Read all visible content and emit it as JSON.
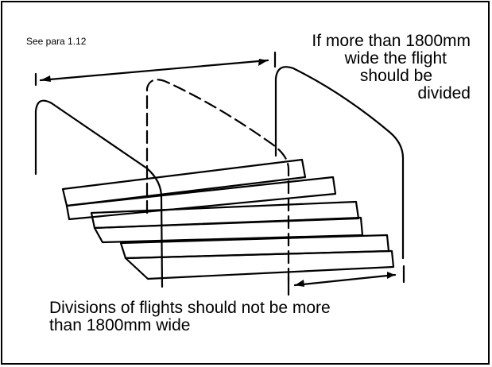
{
  "reference_label": "See para 1.12",
  "top_note": [
    "If more than 1800mm",
    "wide the flight",
    "should be",
    "divided"
  ],
  "bottom_note": [
    "Divisions of flights should not be more",
    "than 1800mm wide"
  ]
}
